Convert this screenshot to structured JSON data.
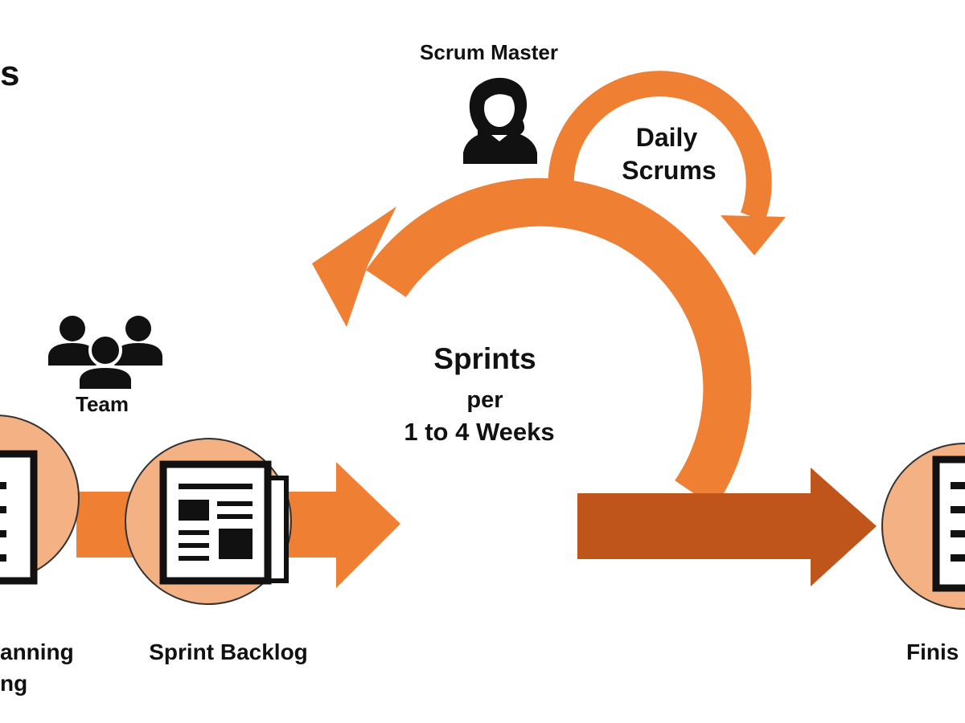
{
  "title_fragment": "s",
  "labels": {
    "scrum_master": "Scrum Master",
    "daily_scrums_line1": "Daily",
    "daily_scrums_line2": "Scrums",
    "sprints": "Sprints",
    "per": "per",
    "duration": "1 to 4 Weeks",
    "team": "Team",
    "planning_line1": "anning",
    "planning_line2": "ng",
    "sprint_backlog": "Sprint Backlog",
    "finished": "Finis"
  },
  "icons": {
    "scrum_master": "woman-user-icon",
    "team": "team-group-icon",
    "planning": "document-icon",
    "sprint_backlog": "newspaper-icon",
    "finished": "document-icon"
  },
  "colors": {
    "accent": "#ee7f33",
    "accent_dark": "#c0551b",
    "circle_fill": "#f4b183",
    "stroke": "#333333",
    "text": "#111111"
  }
}
